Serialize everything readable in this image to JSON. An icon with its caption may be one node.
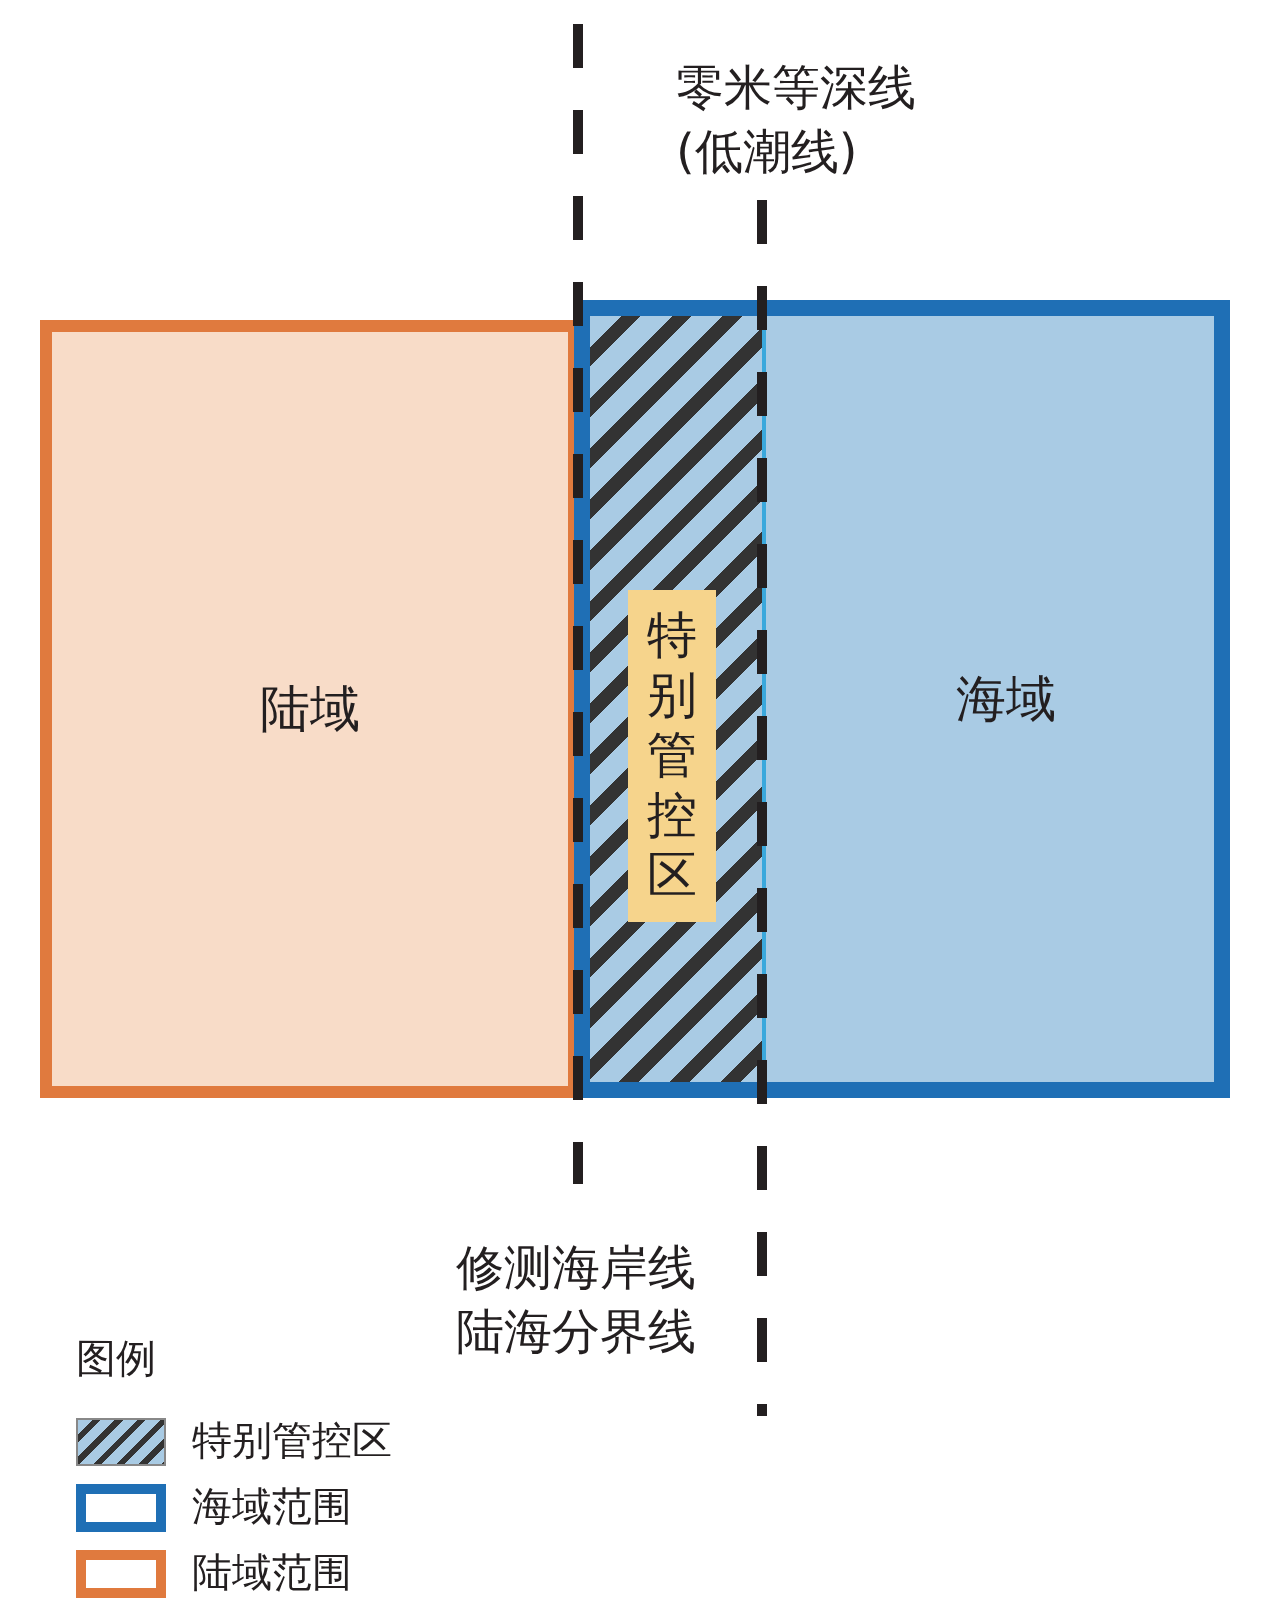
{
  "diagram": {
    "nodes": [
      {
        "text": [
          "陆域"
        ]
      },
      {
        "text": [
          "海域"
        ]
      },
      {
        "text": [
          "特别管控区"
        ],
        "in": 1
      }
    ],
    "edges": [],
    "labels": [
      "零米等深线(低潮线)",
      "修测海岸线陆海分界线",
      "图例"
    ],
    "legend": [
      {
        "text": "特别管控区"
      },
      {
        "text": "海域范围"
      },
      {
        "text": "陆域范围"
      }
    ]
  }
}
